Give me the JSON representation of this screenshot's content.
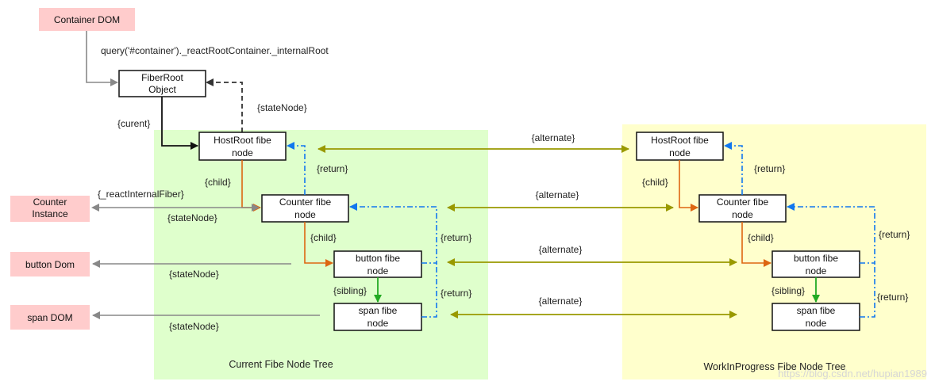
{
  "regions": {
    "current_tree": "Current Fibe Node Tree",
    "wip_tree": "WorkInProgress Fibe Node Tree"
  },
  "dom_boxes": {
    "container_dom": "Container DOM",
    "counter_instance_line1": "Counter",
    "counter_instance_line2": "Instance",
    "button_dom": "button Dom",
    "span_dom": "span DOM"
  },
  "nodes": {
    "fiber_root_line1": "FiberRoot",
    "fiber_root_line2": "Object",
    "hostroot_line1": "HostRoot fibe",
    "hostroot_line2": "node",
    "counter_line1": "Counter fibe",
    "counter_line2": "node",
    "button_line1": "button fibe",
    "button_line2": "node",
    "span_line1": "span fibe",
    "span_line2": "node"
  },
  "edges": {
    "query": "query('#container')._reactRootContainer._internalRoot",
    "state_node": "{stateNode}",
    "curent": "{curent}",
    "child": "{child}",
    "return": "{return}",
    "sibling": "{sibling}",
    "alternate": "{alternate}",
    "react_internal_fiber": "{_reactInternalFiber}"
  },
  "watermark": "https://blog.csdn.net/hupian1989",
  "colors": {
    "current_region": "#dfffcc",
    "wip_region": "#ffffcc",
    "dom_box": "#ffcccc",
    "alternate": "#999900",
    "child": "#dd6611",
    "return": "#1177ee",
    "sibling": "#22aa22",
    "state_node": "#888888"
  }
}
